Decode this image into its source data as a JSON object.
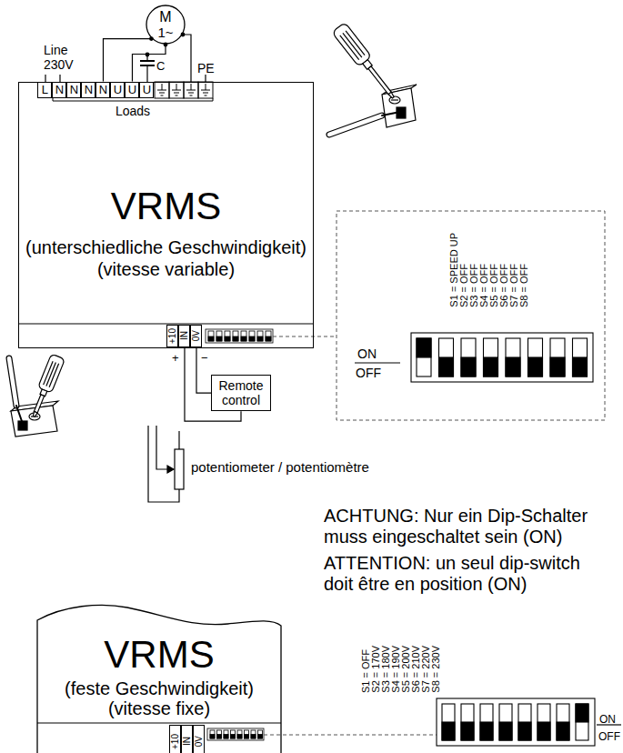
{
  "diagram": {
    "nodes": [
      {
        "text": [
          "M",
          "1~"
        ]
      },
      {
        "text": [
          "VRMS",
          "(unterschiedliche Geschwindigkeit)",
          "(vitesse variable)"
        ]
      },
      {
        "text": [
          "L"
        ],
        "in": 1
      },
      {
        "text": [
          "N"
        ],
        "in": 1
      },
      {
        "text": [
          "N"
        ],
        "in": 1
      },
      {
        "text": [
          "N"
        ],
        "in": 1
      },
      {
        "text": [
          "N"
        ],
        "in": 1
      },
      {
        "text": [
          "U"
        ],
        "in": 1
      },
      {
        "text": [
          "U"
        ],
        "in": 1
      },
      {
        "text": [
          "U"
        ],
        "in": 1
      },
      {
        "text": [
          "+10"
        ],
        "in": 1
      },
      {
        "text": [
          "IN"
        ],
        "in": 1
      },
      {
        "text": [
          "0V"
        ],
        "in": 1
      },
      {
        "text": [
          "Remote control"
        ]
      },
      {
        "text": [
          "VRMS",
          "(feste Geschwindigkeit)",
          "(vitesse fixe)"
        ]
      },
      {
        "text": [
          "+10"
        ],
        "in": 14
      },
      {
        "text": [
          "IN"
        ],
        "in": 14
      },
      {
        "text": [
          "0V"
        ],
        "in": 14
      }
    ],
    "edges": [
      {
        "from": 0,
        "to": 6,
        "arrow": "none"
      },
      {
        "from": 0,
        "to": 8,
        "arrow": "none"
      },
      {
        "from": 11,
        "to": 13,
        "arrow": "none"
      },
      {
        "from": 12,
        "to": 13,
        "arrow": "none"
      }
    ],
    "labels": [
      "Line 230V",
      "PE",
      "C",
      "Loads",
      "+",
      "−",
      "potentiometer / potentiomètre",
      "S1 = SPEED UP",
      "S2 = OFF",
      "S3 = OFF",
      "S4 = OFF",
      "S5 = OFF",
      "S6 = OFF",
      "S7 = OFF",
      "S8 = OFF",
      "ON",
      "OFF",
      "ACHTUNG: Nur ein Dip-Schalter muss eingeschaltet sein (ON)",
      "ATTENTION: un seul dip-switch doit être en position (ON)",
      "S1 = OFF",
      "S2 = 170V",
      "S3 = 180V",
      "S4 = 190V",
      "S5 = 200V",
      "S6 = 210V",
      "S7 = 220V",
      "S8 = 230V",
      "ON",
      "OFF"
    ]
  }
}
